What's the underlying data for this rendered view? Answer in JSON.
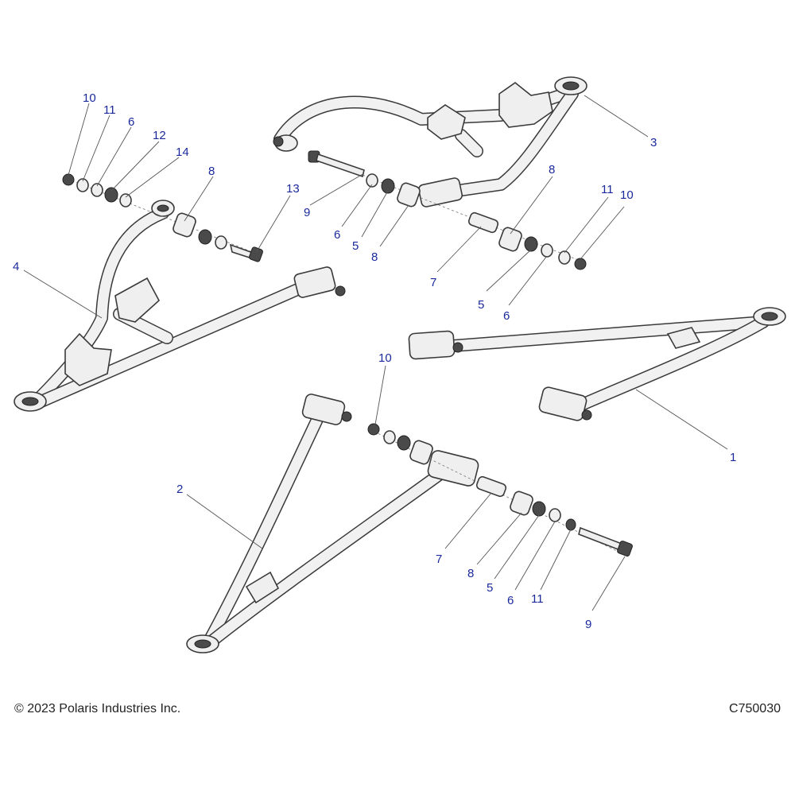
{
  "footer": {
    "copyright": "© 2023 Polaris Industries Inc.",
    "figure_code": "C750030"
  },
  "callouts": {
    "part_1": "1",
    "part_2": "2",
    "part_3": "3",
    "part_4": "4",
    "c1_10": "10",
    "c1_11": "11",
    "c1_6": "6",
    "c1_12": "12",
    "c1_14": "14",
    "c1_8": "8",
    "c1_13": "13",
    "c2_9": "9",
    "c2_6": "6",
    "c2_5": "5",
    "c2_8a": "8",
    "c2_8b": "8",
    "c2_7": "7",
    "c2_5b": "5",
    "c2_6b": "6",
    "c2_11": "11",
    "c2_10": "10",
    "c3_10": "10",
    "c3_7": "7",
    "c3_8": "8",
    "c3_5": "5",
    "c3_6": "6",
    "c3_11": "11",
    "c3_9": "9"
  }
}
